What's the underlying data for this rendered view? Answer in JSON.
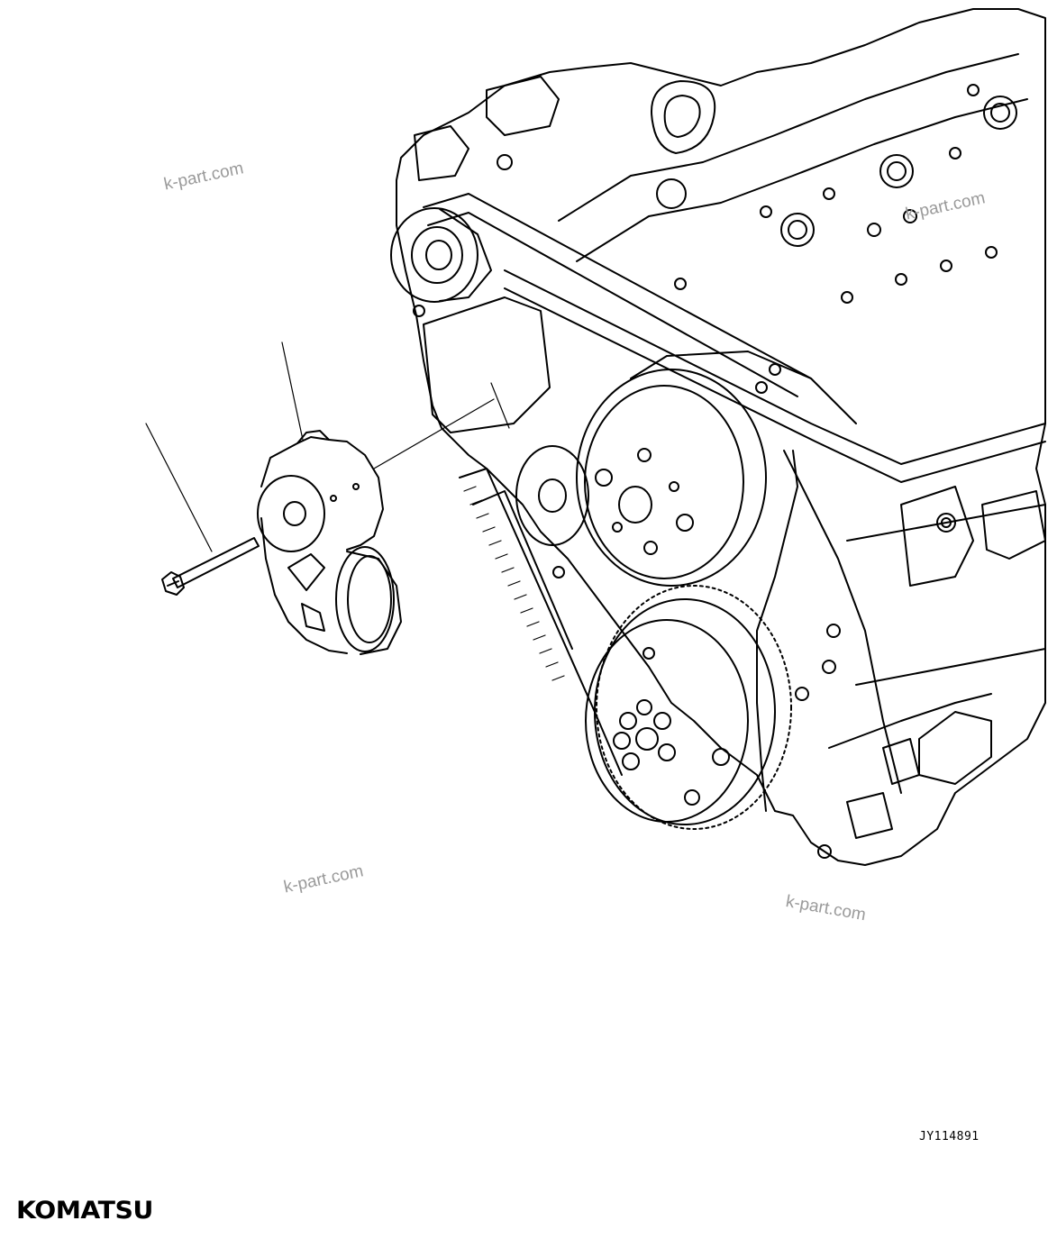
{
  "figure_id": "JY114891",
  "brand": "KOMATSU",
  "watermarks": [
    "k-part.com",
    "k-part.com",
    "k-part.com",
    "k-part.com"
  ],
  "parts": [
    "belt-tensioner-icon",
    "mounting-bolt-icon",
    "engine-block-icon",
    "idler-pulley-icon",
    "water-pump-pulley-icon",
    "crankshaft-damper-icon",
    "drive-belt-icon"
  ]
}
